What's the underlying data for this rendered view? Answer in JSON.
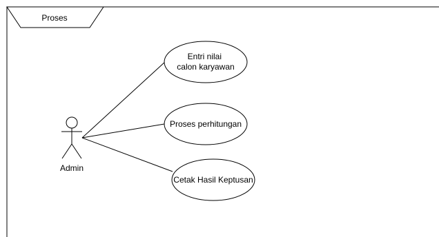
{
  "frame": {
    "label": "Proses"
  },
  "actor": {
    "name": "Admin"
  },
  "use_cases": [
    {
      "lines": [
        "Entri nilai",
        "calon karyawan"
      ]
    },
    {
      "lines": [
        "Proses perhitungan"
      ]
    },
    {
      "lines": [
        "Cetak Hasil Keptusan"
      ]
    }
  ],
  "colors": {
    "stroke": "#000000",
    "fill": "#ffffff"
  }
}
